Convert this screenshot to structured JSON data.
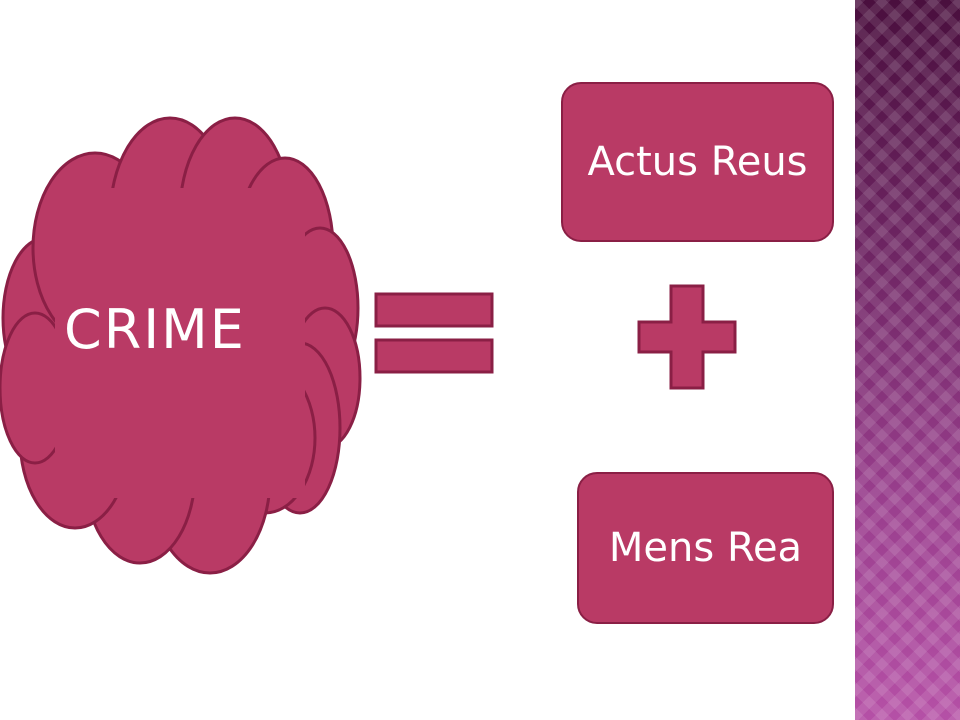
{
  "diagram": {
    "cloud": {
      "label": "CRIME"
    },
    "operators": {
      "equals": "=",
      "plus": "+"
    },
    "boxes": [
      {
        "label": "Actus Reus"
      },
      {
        "label": "Mens Rea"
      }
    ]
  },
  "colors": {
    "shape_fill": "#b93a65",
    "shape_border": "#8a1f45",
    "side_panel": "#7a2a6e",
    "text": "#ffffff"
  }
}
